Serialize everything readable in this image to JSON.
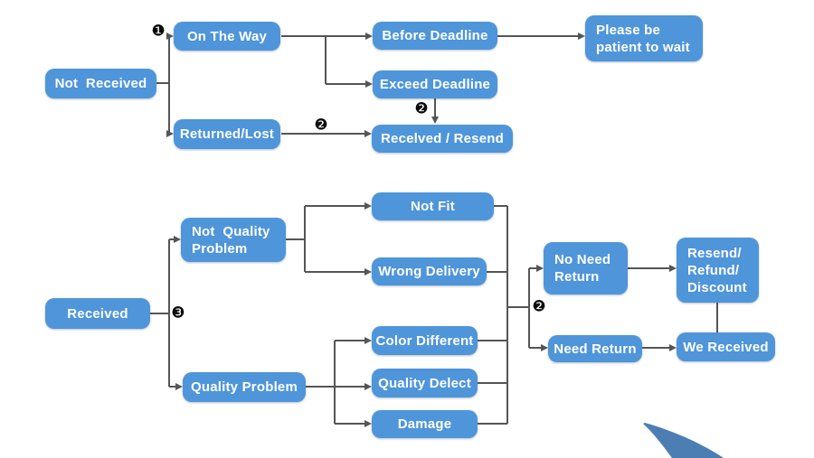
{
  "colors": {
    "node_fill": "#4f95d9",
    "node_text": "#ffffff",
    "connector": "#555555",
    "marker": "#0a0a0a",
    "swoosh": "#4c7eb3"
  },
  "nodes": {
    "not_received": {
      "label": "Not  Received"
    },
    "on_the_way": {
      "label": "On The Way"
    },
    "returned_lost": {
      "label": "Returned/Lost"
    },
    "before_deadline": {
      "label": "Before Deadline"
    },
    "exceed_deadline": {
      "label": "Exceed Deadline"
    },
    "please_wait": {
      "label": "Please be\npatient to wait"
    },
    "recelved_resend": {
      "label": "Recelved / Resend"
    },
    "received": {
      "label": "Received"
    },
    "not_quality_problem": {
      "label": "Not  Quality\nProblem"
    },
    "quality_problem": {
      "label": "Quality Problem"
    },
    "not_fit": {
      "label": "Not Fit"
    },
    "wrong_delivery": {
      "label": "Wrong Delivery"
    },
    "color_different": {
      "label": "Color Different"
    },
    "quality_delect": {
      "label": "Quality Delect"
    },
    "damage": {
      "label": "Damage"
    },
    "no_need_return": {
      "label": "No Need\nReturn"
    },
    "need_return": {
      "label": "Need Return"
    },
    "resend_refund_discount": {
      "label": "Resend/\nRefund/\nDiscount"
    },
    "we_received": {
      "label": "We Received"
    }
  },
  "markers": {
    "step1": {
      "glyph": "❶"
    },
    "step2_returned": {
      "glyph": "❷"
    },
    "step2_exceed": {
      "glyph": "❷"
    },
    "step3": {
      "glyph": "❸"
    },
    "step2_merge": {
      "glyph": "❷"
    }
  }
}
